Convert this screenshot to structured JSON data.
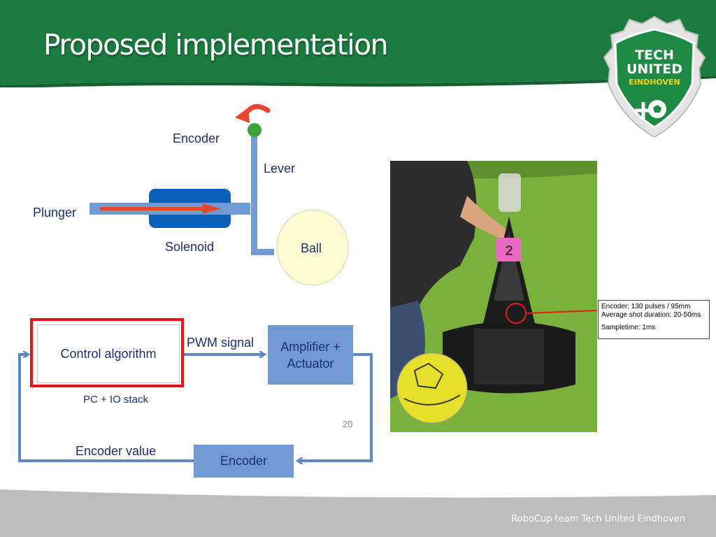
{
  "slide": {
    "title": "Proposed implementation",
    "page_number": "20",
    "footer": "RoboCup team Tech United Eindhoven"
  },
  "logo": {
    "line1": "TECH",
    "line2": "UNITED",
    "line3": "EINDHOVEN"
  },
  "mechanism": {
    "encoder_label": "Encoder",
    "lever_label": "Lever",
    "plunger_label": "Plunger",
    "solenoid_label": "Solenoid",
    "ball_label": "Ball"
  },
  "control_loop": {
    "control_algorithm": "Control algorithm",
    "pc_io_stack": "PC + IO stack",
    "pwm_signal": "PWM signal",
    "amplifier_line1": "Amplifier +",
    "amplifier_line2": "Actuator",
    "encoder_block": "Encoder",
    "encoder_value": "Encoder value"
  },
  "photo": {
    "callout_lines": [
      "Encoder: 130 pulses / 95mm",
      "Average shot duration: 20-50ms",
      "Sampletime: 1ms"
    ],
    "robot_number": "2"
  },
  "colors": {
    "header_green": "#1b7a3e",
    "box_blue": "#6f9bd2",
    "arrow_blue": "#5a88c8",
    "highlight_red": "#e8141b",
    "ball_fill": "#fdfbd2",
    "footer_gray": "#bcbcbc"
  }
}
